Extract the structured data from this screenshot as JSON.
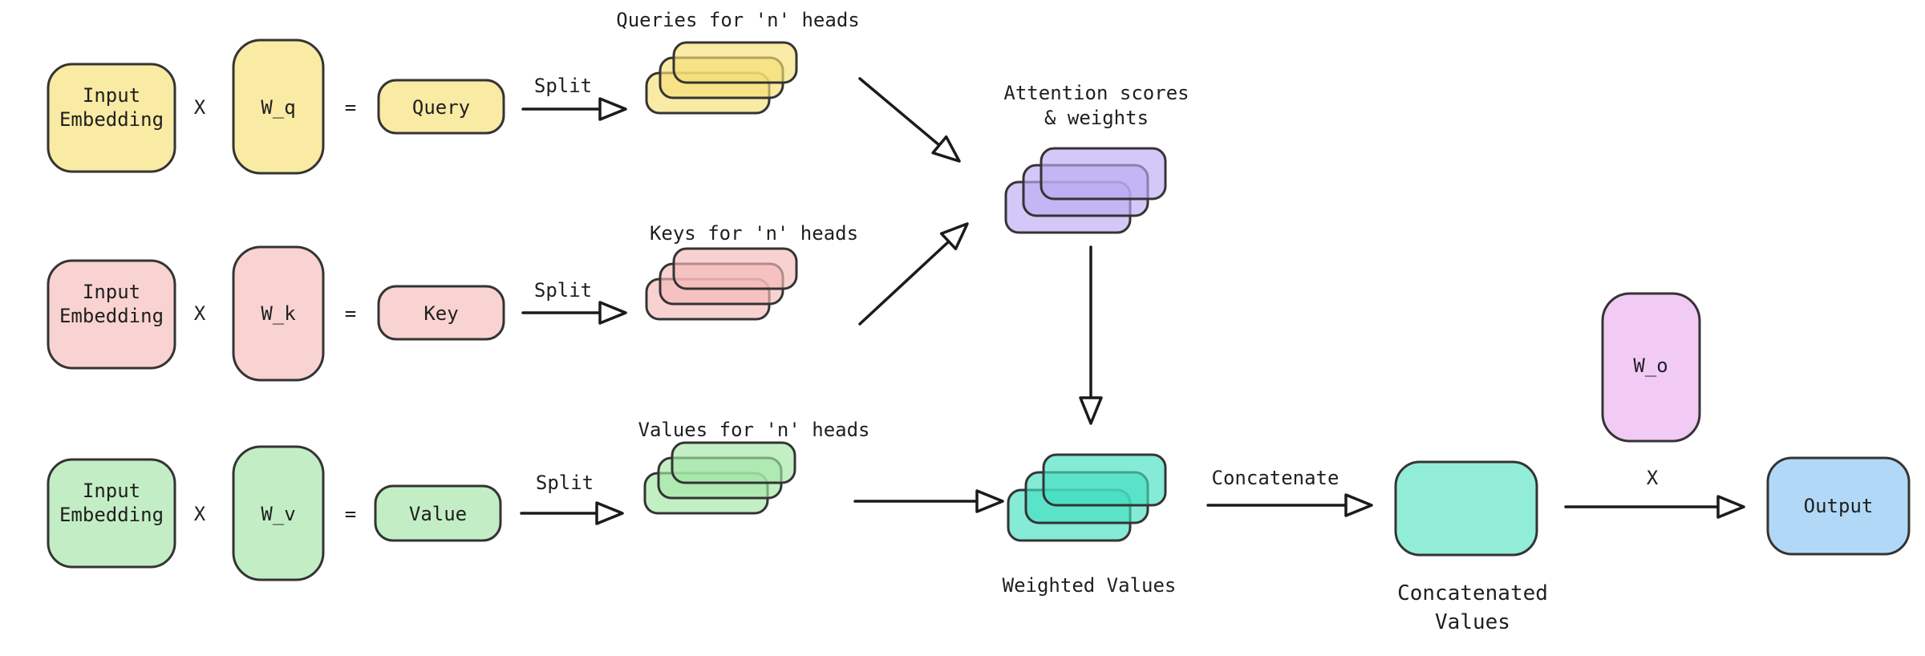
{
  "colors": {
    "yellow": "#F9EAA4",
    "yellow_stack": "#F6DF75",
    "pink": "#F9D3D1",
    "pink_stack": "#F5BAB8",
    "green": "#C3EEC5",
    "green_stack": "#A3E6A6",
    "purple_stack": "#BCABF2",
    "teal_stack": "#44DFC0",
    "mint": "#92EDD8",
    "magenta": "#F2CBF5",
    "blue": "#B1D9F7",
    "box_stroke": "#343434",
    "line": "#1b1b1b",
    "text": "#1f1f1f",
    "background": "#ffffff"
  },
  "rows": [
    {
      "input_line1": "Input",
      "input_line2": "Embedding",
      "operator": "X",
      "weight_label": "W_q",
      "equals": "=",
      "result_label": "Query",
      "split_label": "Split",
      "stack_title": "Queries for 'n' heads"
    },
    {
      "input_line1": "Input",
      "input_line2": "Embedding",
      "operator": "X",
      "weight_label": "W_k",
      "equals": "=",
      "result_label": "Key",
      "split_label": "Split",
      "stack_title": "Keys for 'n' heads"
    },
    {
      "input_line1": "Input",
      "input_line2": "Embedding",
      "operator": "X",
      "weight_label": "W_v",
      "equals": "=",
      "result_label": "Value",
      "split_label": "Split",
      "stack_title": "Values for 'n' heads"
    }
  ],
  "attention": {
    "title_line1": "Attention scores",
    "title_line2": "& weights"
  },
  "weighted": {
    "title": "Weighted Values"
  },
  "flow": {
    "concatenate_label": "Concatenate",
    "multiply_label": "X"
  },
  "concatenated": {
    "title_line1": "Concatenated",
    "title_line2": "Values"
  },
  "output_weight_label": "W_o",
  "output_label": "Output"
}
